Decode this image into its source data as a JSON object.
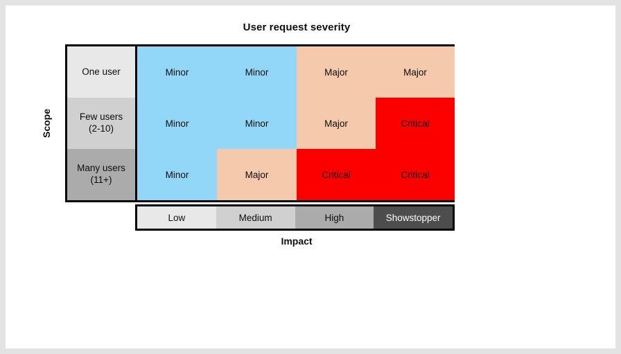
{
  "chart_data": {
    "type": "heatmap",
    "title": "User request severity",
    "xlabel": "Impact",
    "ylabel": "Scope",
    "categories_x": [
      "Low",
      "Medium",
      "High",
      "Showstopper"
    ],
    "categories_y": [
      "One user",
      "Few users (2-10)",
      "Many users (11+)"
    ],
    "legend": null,
    "grid": false,
    "rows": [
      {
        "label_line1": "One user",
        "label_line2": "",
        "label_bg": "#e8e8e8",
        "cells": [
          {
            "value": "Minor",
            "color": "#92d7f7"
          },
          {
            "value": "Minor",
            "color": "#92d7f7"
          },
          {
            "value": "Major",
            "color": "#f5c9ac"
          },
          {
            "value": "Major",
            "color": "#f5c9ac"
          }
        ]
      },
      {
        "label_line1": "Few users",
        "label_line2": "(2-10)",
        "label_bg": "#d0d0d0",
        "cells": [
          {
            "value": "Minor",
            "color": "#92d7f7"
          },
          {
            "value": "Minor",
            "color": "#92d7f7"
          },
          {
            "value": "Major",
            "color": "#f5c9ac"
          },
          {
            "value": "Critical",
            "color": "#fc0000"
          }
        ]
      },
      {
        "label_line1": "Many users",
        "label_line2": "(11+)",
        "label_bg": "#ababab",
        "cells": [
          {
            "value": "Minor",
            "color": "#92d7f7"
          },
          {
            "value": "Major",
            "color": "#f5c9ac"
          },
          {
            "value": "Critical",
            "color": "#fc0000"
          },
          {
            "value": "Critical",
            "color": "#fc0000"
          }
        ]
      }
    ],
    "x_ticks": [
      {
        "label": "Low",
        "color": "#e8e8e8",
        "text_color": "#0d0d0d"
      },
      {
        "label": "Medium",
        "color": "#d0d0d0",
        "text_color": "#0d0d0d"
      },
      {
        "label": "High",
        "color": "#ababab",
        "text_color": "#0d0d0d"
      },
      {
        "label": "Showstopper",
        "color": "#4d4d4d",
        "text_color": "#ffffff"
      }
    ],
    "palette": {
      "minor": "#92d7f7",
      "major": "#f5c9ac",
      "critical": "#fc0000",
      "border": "#000000",
      "page_background": "#ffffff",
      "frame_background": "#e3e3e3"
    }
  }
}
